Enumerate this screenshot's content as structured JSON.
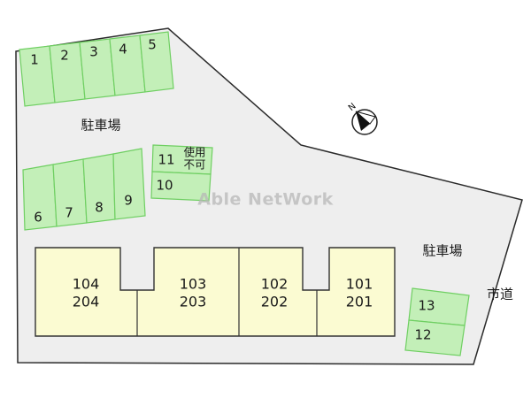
{
  "labels": {
    "parking_top": "駐車場",
    "parking_right": "駐車場",
    "road": "市道",
    "unavailable_line1": "使用",
    "unavailable_line2": "不可",
    "watermark": "Able NetWork",
    "compass": "N"
  },
  "parking_slots": {
    "s1": "1",
    "s2": "2",
    "s3": "3",
    "s4": "4",
    "s5": "5",
    "s6": "6",
    "s7": "7",
    "s8": "8",
    "s9": "9",
    "s10": "10",
    "s11": "11",
    "s12": "12",
    "s13": "13"
  },
  "units": {
    "u104": "104",
    "u204": "204",
    "u103": "103",
    "u203": "203",
    "u102": "102",
    "u202": "202",
    "u101": "101",
    "u201": "201"
  },
  "colors": {
    "lot": "#eeeeee",
    "slot": "#c3efb8",
    "slot_border": "#6fcf62",
    "building": "#fbfbd2"
  }
}
